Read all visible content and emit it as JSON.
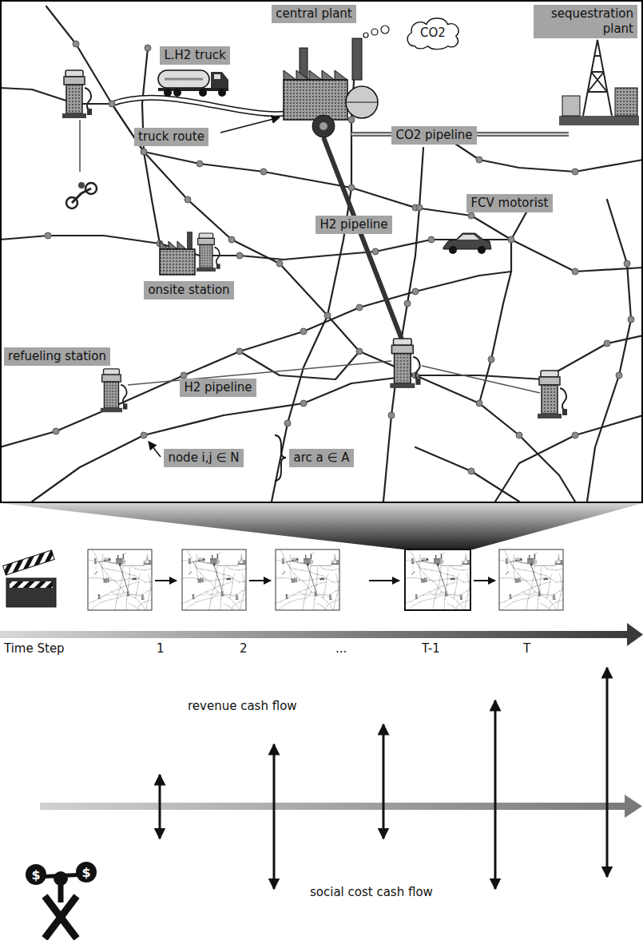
{
  "diagram": {
    "nodes": [
      {
        "text": [
          "L.H2 truck"
        ]
      },
      {
        "text": [
          "central plant"
        ]
      },
      {
        "text": [
          "CO2"
        ]
      },
      {
        "text": [
          "sequestration plant"
        ]
      },
      {
        "text": [
          "truck route"
        ]
      },
      {
        "text": [
          "CO2 pipeline"
        ]
      },
      {
        "text": [
          "FCV motorist"
        ]
      },
      {
        "text": [
          "H2 pipeline"
        ]
      },
      {
        "text": [
          "onsite station"
        ]
      },
      {
        "text": [
          "refueling station"
        ]
      },
      {
        "text": [
          "H2 pipeline"
        ]
      },
      {
        "text": [
          "node i,j ∈ N"
        ]
      },
      {
        "text": [
          "arc a ∈ A"
        ]
      }
    ],
    "labels": [
      "Time Step",
      "1",
      "2",
      "...",
      "T-1",
      "T",
      "revenue cash flow",
      "social cost cash flow",
      "$",
      "$"
    ]
  }
}
